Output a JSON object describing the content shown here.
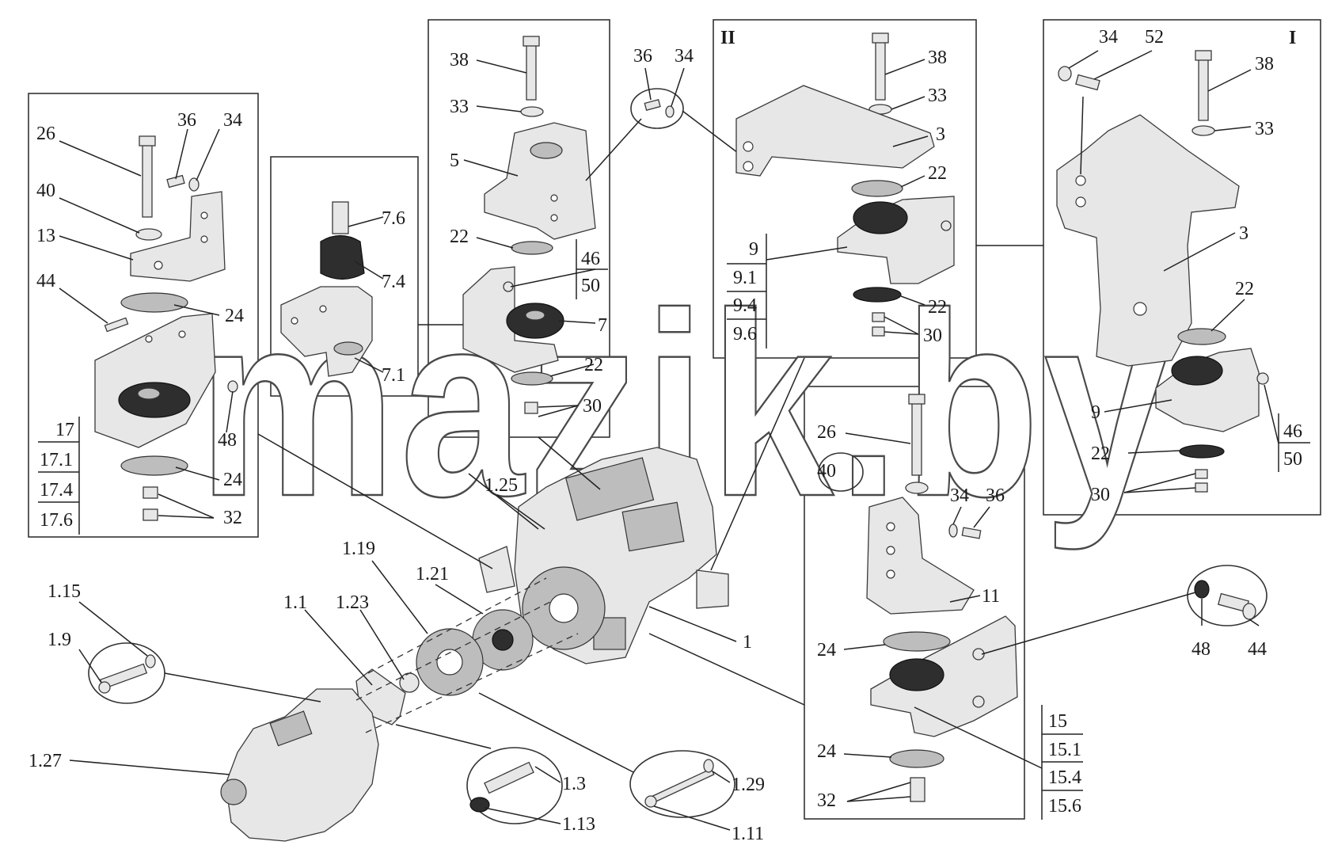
{
  "watermark": "mazik.by",
  "roman_labels": {
    "view_two": "II",
    "view_one": "I"
  },
  "labels": {
    "b1_26": "26",
    "b1_36": "36",
    "b1_34": "34",
    "b1_40": "40",
    "b1_13": "13",
    "b1_44": "44",
    "b1_24a": "24",
    "b1_48": "48",
    "b1_24b": "24",
    "b1_32": "32",
    "b2_76": "7.6",
    "b2_74": "7.4",
    "b2_71": "7.1",
    "b3_38": "38",
    "b3_33": "33",
    "b3_5": "5",
    "b3_22a": "22",
    "b3_7": "7",
    "b3_22b": "22",
    "b3_30": "30",
    "c_36": "36",
    "c_34": "34",
    "b4_38": "38",
    "b4_33": "33",
    "b4_3": "3",
    "b4_22a": "22",
    "b4_22b": "22",
    "b4_30": "30",
    "b5_34": "34",
    "b5_52": "52",
    "b5_38": "38",
    "b5_33": "33",
    "b5_3": "3",
    "b5_22a": "22",
    "b5_9": "9",
    "b5_22b": "22",
    "b5_30": "30",
    "b6_26": "26",
    "b6_40": "40",
    "b6_34": "34",
    "b6_36": "36",
    "b6_11": "11",
    "b6_24a": "24",
    "b6_24b": "24",
    "b6_32": "32",
    "e_48": "48",
    "e_44": "44",
    "m_125": "1.25",
    "m_119": "1.19",
    "m_121": "1.21",
    "m_11": "1.1",
    "m_123": "1.23",
    "m_115": "1.15",
    "m_19": "1.9",
    "m_1": "1",
    "m_127": "1.27",
    "m_13": "1.3",
    "m_113": "1.13",
    "m_129": "1.29",
    "m_111": "1.11"
  },
  "tables": {
    "t17": [
      "17",
      "17.1",
      "17.4",
      "17.6"
    ],
    "t9": [
      "9",
      "9.1",
      "9.4",
      "9.6"
    ],
    "t4650a": [
      "46",
      "50"
    ],
    "t4650b": [
      "46",
      "50"
    ],
    "t15": [
      "15",
      "15.1",
      "15.4",
      "15.6"
    ]
  }
}
